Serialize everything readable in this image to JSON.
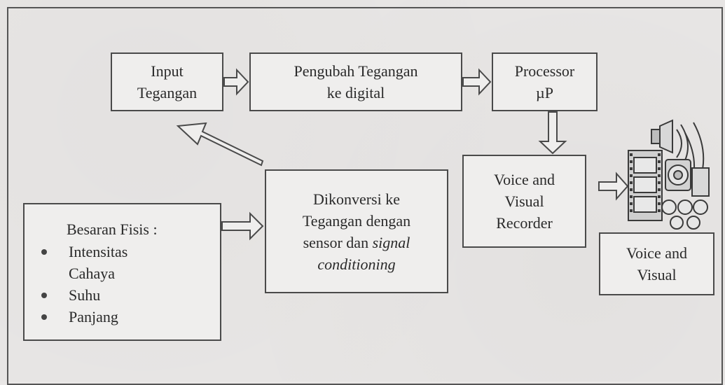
{
  "diagram": {
    "input_box": {
      "line1": "Input",
      "line2": "Tegangan"
    },
    "adc_box": {
      "line1": "Pengubah Tegangan",
      "line2": "ke digital"
    },
    "processor_box": {
      "line1": "Processor",
      "line2": "µP"
    },
    "recorder_box": {
      "line1": "Voice and",
      "line2": "Visual",
      "line3": "Recorder"
    },
    "converter_box": {
      "line1": "Dikonversi ke",
      "line2": "Tegangan dengan",
      "line3_prefix": "sensor dan ",
      "line3_italic": "signal",
      "line4_italic": "conditioning"
    },
    "besaran_box": {
      "title": "Besaran Fisis :",
      "items": [
        "Intensitas",
        "Suhu",
        "Panjang"
      ],
      "item_0_continuation": "Cahaya"
    },
    "output_box": {
      "line1": "Voice and",
      "line2": "Visual"
    },
    "icons": [
      "film-strip-icon",
      "audio-speaker-icon"
    ]
  }
}
